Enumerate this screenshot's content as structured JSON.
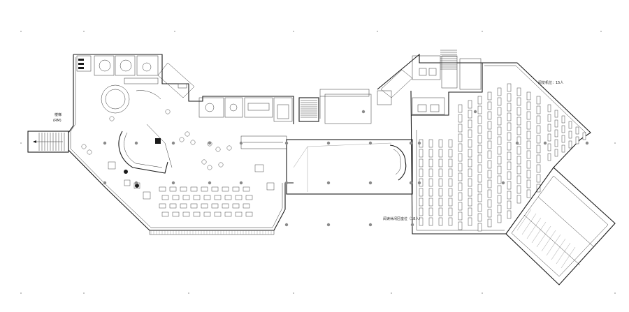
{
  "labels": {
    "stair_left": "楼梯",
    "stair_left_sub": "(RM)",
    "reading_area_top": "阅览机位：15人",
    "reading_area_bottom": "阅读休闲区座位（18人）"
  },
  "colors": {
    "background": "#ffffff",
    "line": "#1a1a1a",
    "column_dot": "#8a8a8a"
  }
}
